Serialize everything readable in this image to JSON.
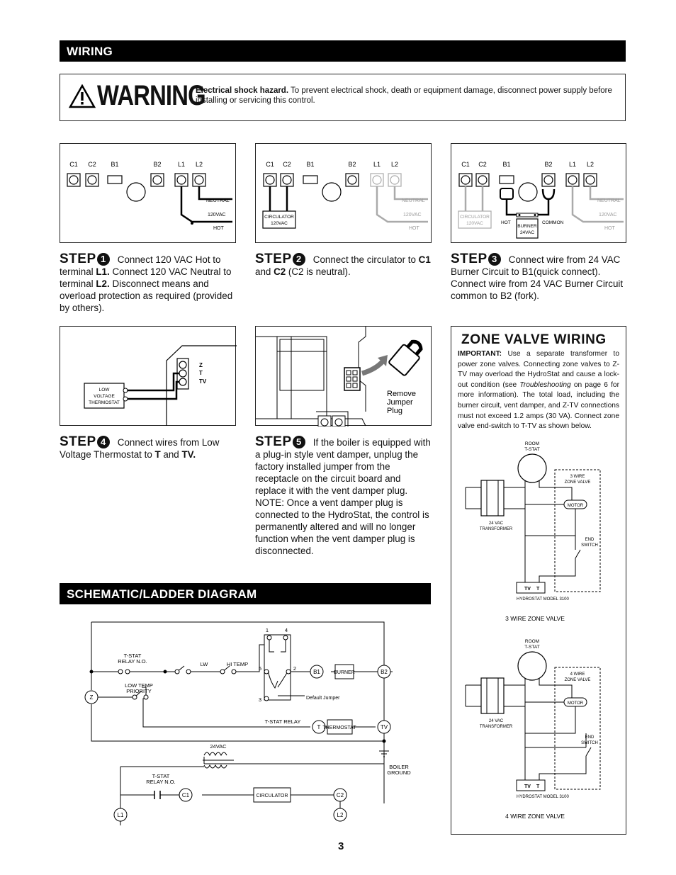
{
  "section_wiring": "WIRING",
  "warning": {
    "word": "WARNING",
    "bold": "Electrical shock hazard.",
    "text": " To prevent electrical shock, death or equipment damage, disconnect power supply before installing or servicing this control."
  },
  "terminals": [
    "C1",
    "C2",
    "B1",
    "B2",
    "L1",
    "L2"
  ],
  "diagram_labels": {
    "neutral": "NEUTRAL",
    "vac120": "120VAC",
    "hot": "HOT",
    "circulator": "CIRCULATOR",
    "circ120": "120VAC",
    "burner": "BURNER",
    "vac24": "24VAC",
    "common": "COMMON",
    "z": "Z",
    "t": "T",
    "tv": "TV",
    "lv_thermostat_1": "LOW",
    "lv_thermostat_2": "VOLTAGE",
    "lv_thermostat_3": "THERMOSTAT",
    "remove_1": "Remove",
    "remove_2": "Jumper",
    "remove_3": "Plug"
  },
  "steps": {
    "word": "STEP",
    "s1": {
      "num": "1",
      "t1": "Connect 120 VAC Hot to terminal ",
      "b1": "L1.",
      "t2": " Connect 120 VAC Neutral to terminal ",
      "b2": "L2.",
      "t3": " Disconnect means and overload protection as required (provided by others)."
    },
    "s2": {
      "num": "2",
      "t1": "Connect the circulator to ",
      "b1": "C1",
      "t2": " and ",
      "b2": "C2",
      "t3": " (C2 is neutral)."
    },
    "s3": {
      "num": "3",
      "t1": "Connect wire from 24 VAC Burner Circuit to B1(quick connect). Connect wire from 24 VAC Burner Circuit common to B2 (fork)."
    },
    "s4": {
      "num": "4",
      "t1": "Connect wires from Low Voltage Thermostat to ",
      "b1": "T",
      "t2": " and ",
      "b2": "TV."
    },
    "s5": {
      "num": "5",
      "t1": "If the boiler is equipped with a plug-in style vent damper, unplug the factory installed jumper from the receptacle on the circuit board and replace it with the vent damper plug. NOTE: Once a vent damper plug is connected to the HydroStat, the control is permanently altered and will no longer function when the vent damper plug is disconnected."
    }
  },
  "zone_valve": {
    "title": "ZONE VALVE WIRING",
    "important": "IMPORTANT:",
    "text1": " Use a separate transformer to power zone valves. Connecting zone valves to Z-TV may overload the HydroStat and cause a lock-out condition (see ",
    "italic": "Troubleshooting",
    "text2": " on page 6 for more information). The total load, including the burner circuit, vent damper, and Z-TV connections must not exceed 1.2 amps (30 VA). Connect zone valve end-switch to T-TV as shown below.",
    "room_tstat_1": "ROOM",
    "room_tstat_2": "T-STAT",
    "wire3_1": "3 WIRE",
    "wire4_1": "4 WIRE",
    "zone_valve_lbl": "ZONE VALVE",
    "motor": "MOTOR",
    "transformer_1": "24 VAC",
    "transformer_2": "TRANSFORMER",
    "end_1": "END",
    "end_2": "SWITCH",
    "tv": "TV",
    "t": "T",
    "model": "HYDROSTAT MODEL 3100",
    "caption3": "3 WIRE ZONE VALVE",
    "caption4": "4 WIRE ZONE VALVE"
  },
  "schematic": {
    "title": "SCHEMATIC/LADDER DIAGRAM",
    "tstat_relay_no_1": "T-STAT",
    "tstat_relay_no_2": "RELAY N.O.",
    "low_temp_1": "LOW TEMP",
    "low_temp_2": "PRIORITY",
    "lw": "LW",
    "hi_temp": "HI TEMP",
    "n1": "1",
    "n2": "2",
    "n3": "3",
    "n4": "4",
    "n5": "5",
    "b1": "B1",
    "b2": "B2",
    "burner": "BURNER",
    "default_jumper": "Default Jumper",
    "z": "Z",
    "t": "T",
    "tv": "TV",
    "tstat_relay": "T-STAT RELAY",
    "thermostat": "THERMOSTAT",
    "vac24": "24VAC",
    "boiler_1": "BOILER",
    "boiler_2": "GROUND",
    "c1": "C1",
    "c2": "C2",
    "l1": "L1",
    "l2": "L2",
    "circulator": "CIRCULATOR"
  },
  "page_number": "3"
}
